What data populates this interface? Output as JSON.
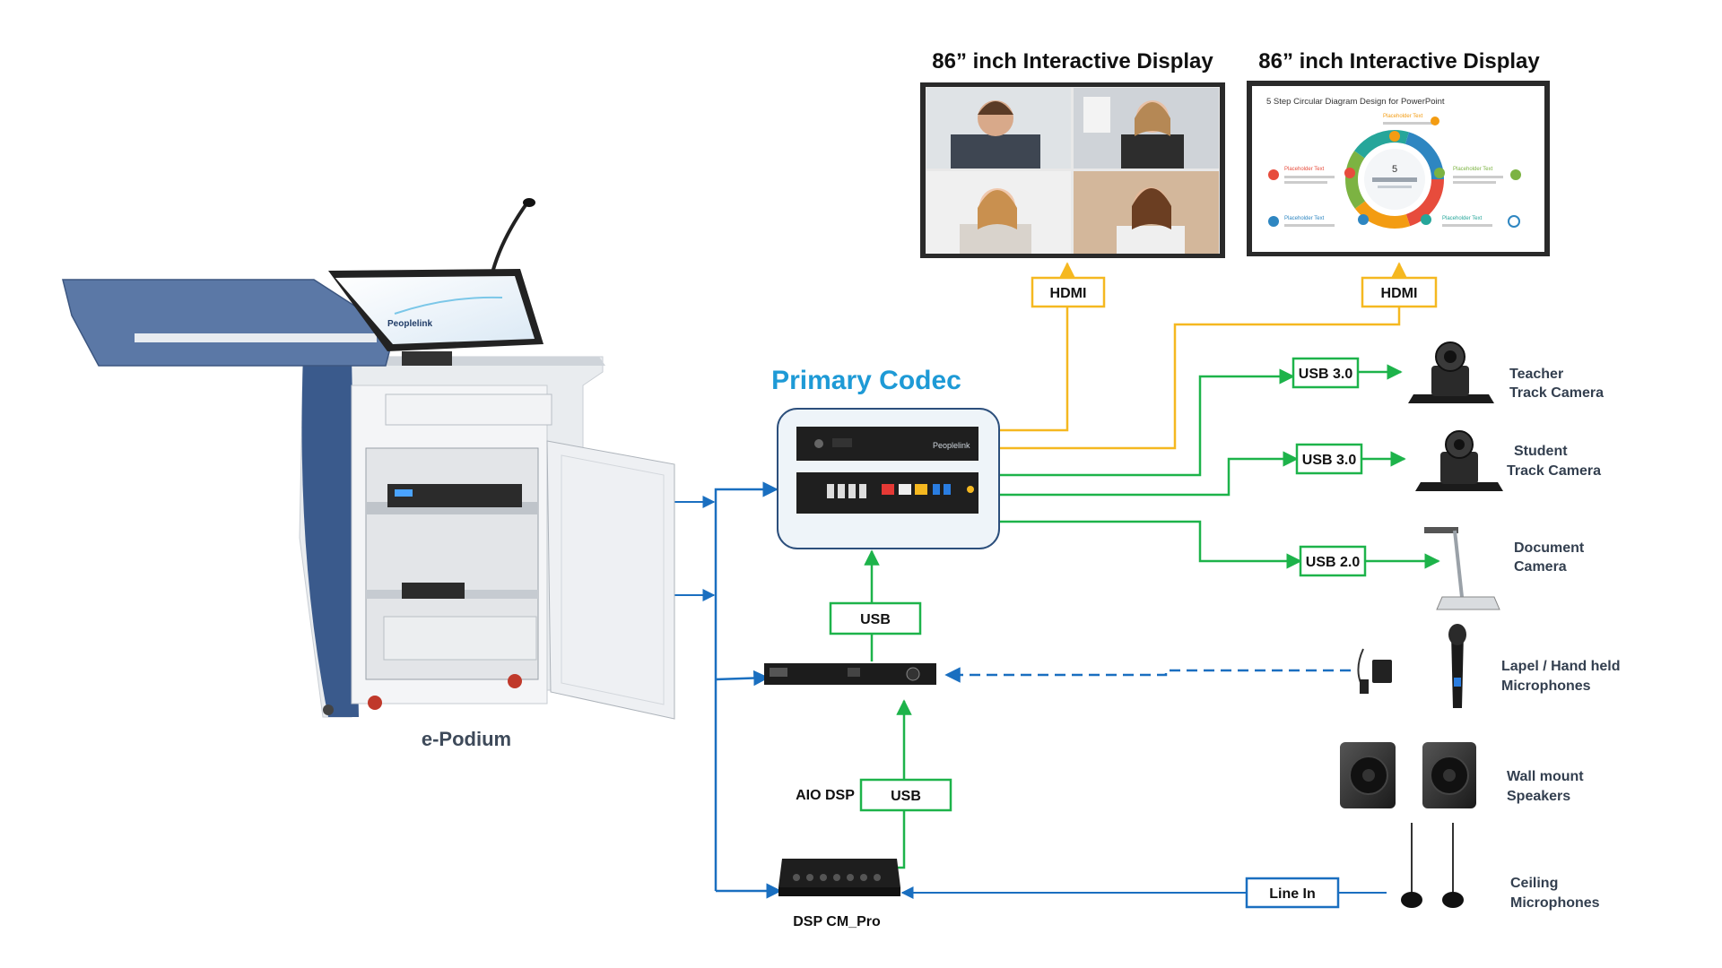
{
  "displays": [
    {
      "title": "86” inch Interactive Display",
      "connector": "HDMI"
    },
    {
      "title": "86” inch Interactive Display",
      "connector": "HDMI",
      "screen": {
        "heading": "5 Step Circular Diagram Design for PowerPoint",
        "center_number": "5",
        "placeholder": "Placeholder Text"
      }
    }
  ],
  "podium": {
    "label": "e-Podium",
    "brand": "Peoplelink"
  },
  "codec": {
    "title": "Primary Codec",
    "brand": "Peoplelink"
  },
  "codec_usb": "USB",
  "cameras": [
    {
      "name_line1": "Teacher",
      "name_line2": "Track Camera",
      "connector": "USB 3.0"
    },
    {
      "name_line1": "Student",
      "name_line2": "Track Camera",
      "connector": "USB 3.0"
    },
    {
      "name_line1": "Document",
      "name_line2": "Camera",
      "connector": "USB 2.0"
    }
  ],
  "aio_dsp": {
    "label": "AIO DSP",
    "connector": "USB"
  },
  "dsp_cm": {
    "label": "DSP CM_Pro"
  },
  "line_in": "Line In",
  "audio_devices": [
    {
      "name_line1": "Lapel / Hand held",
      "name_line2": "Microphones"
    },
    {
      "name_line1": "Wall mount",
      "name_line2": "Speakers"
    },
    {
      "name_line1": "Ceiling",
      "name_line2": "Microphones"
    }
  ],
  "colors": {
    "hdmi_line": "#f5b820",
    "usb_line": "#1db34a",
    "signal_line": "#1a6fc0",
    "codec_title": "#1e9ad6",
    "podium_blue": "#3a5a8c"
  }
}
